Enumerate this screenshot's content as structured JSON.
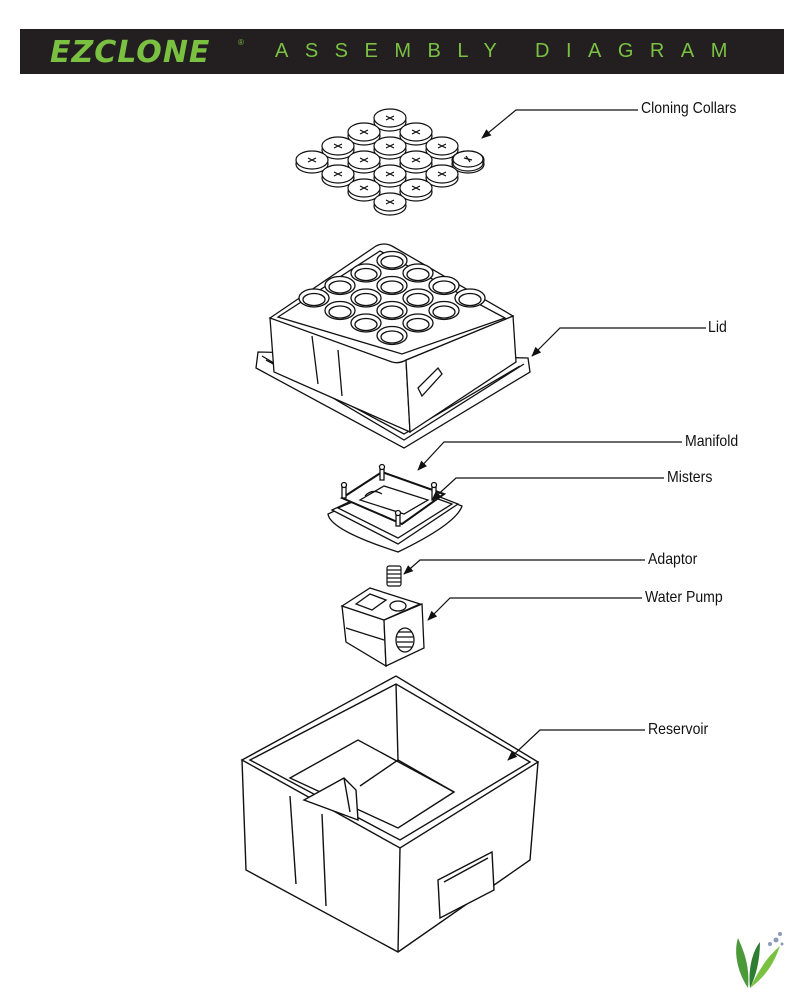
{
  "header": {
    "logo": "EZCLONE",
    "logo_mark": "®",
    "title": "ASSEMBLY DIAGRAM"
  },
  "labels": {
    "cloning_collars": "Cloning Collars",
    "lid": "Lid",
    "manifold": "Manifold",
    "misters": "Misters",
    "adaptor": "Adaptor",
    "water_pump": "Water Pump",
    "reservoir": "Reservoir"
  },
  "colors": {
    "header_bg": "#231f20",
    "accent_green": "#7ac142"
  },
  "icons": {
    "corner_logo": "leaf-droplet-logo-icon"
  }
}
